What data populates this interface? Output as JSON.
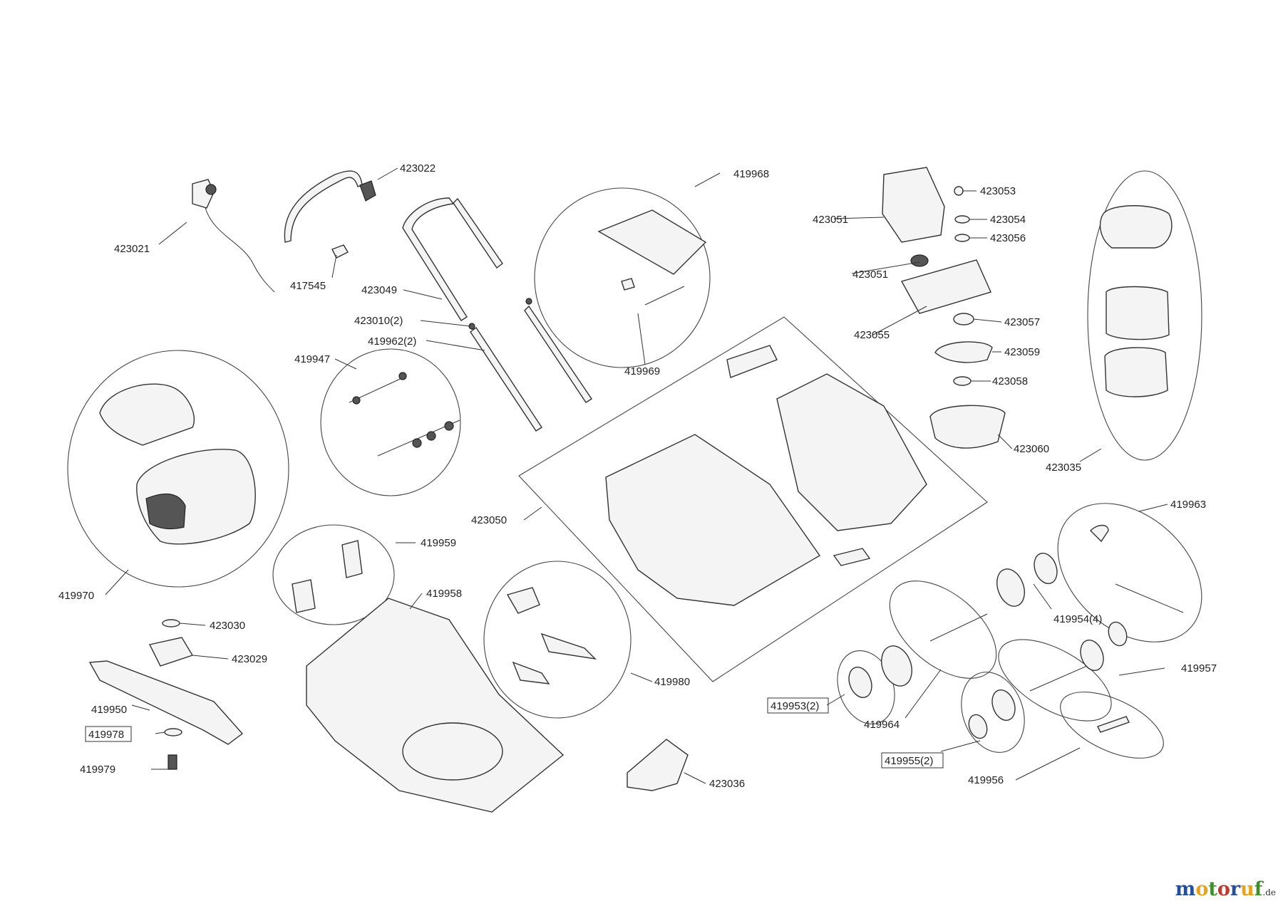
{
  "labels": {
    "p423021": "423021",
    "p423022": "423022",
    "p417545": "417545",
    "p423049": "423049",
    "p423010": "423010(2)",
    "p419962": "419962(2)",
    "p419947": "419947",
    "p419968": "419968",
    "p419969": "419969",
    "p423051a": "423051",
    "p423051b": "423051",
    "p423053": "423053",
    "p423054": "423054",
    "p423056": "423056",
    "p423055": "423055",
    "p423057": "423057",
    "p423059": "423059",
    "p423058": "423058",
    "p423060": "423060",
    "p423035": "423035",
    "p419970": "419970",
    "p423050": "423050",
    "p419959": "419959",
    "p419958": "419958",
    "p419980": "419980",
    "p423030": "423030",
    "p423029": "423029",
    "p419950": "419950",
    "p419978": "419978",
    "p419979": "419979",
    "p423036": "423036",
    "p419963": "419963",
    "p419954": "419954(4)",
    "p419957": "419957",
    "p419953": "419953(2)",
    "p419964": "419964",
    "p419955": "419955(2)",
    "p419956": "419956"
  },
  "logo": {
    "letters": [
      "m",
      "o",
      "t",
      "o",
      "r",
      "u",
      "f"
    ],
    "suffix": ".de",
    "colors": [
      "#1f4e9c",
      "#e8a317",
      "#3d8f2c",
      "#c0392b",
      "#1f4e9c",
      "#e8a317",
      "#3d8f2c"
    ]
  }
}
